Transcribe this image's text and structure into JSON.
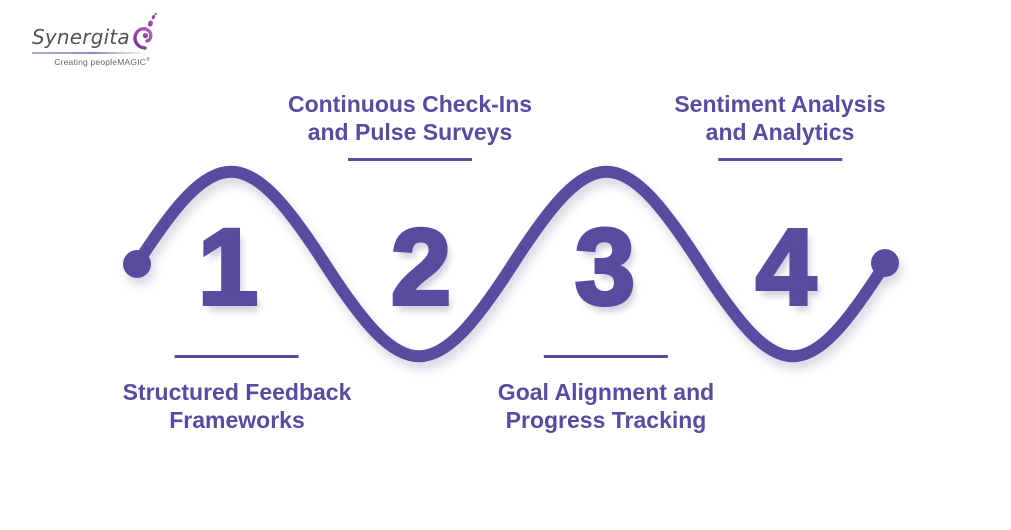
{
  "brand": {
    "name": "Synergita",
    "tagline": "Creating peopleMAGIC",
    "mark": "®"
  },
  "palette": {
    "wave_purple": "#594b9f",
    "label_purple": "#5b4aa1",
    "logo_text_gray": "#53525b",
    "tagline_gray": "#65646d",
    "swirl_purple_dark": "#7b2d8b",
    "swirl_purple_light": "#b667c4",
    "background": "#ffffff"
  },
  "steps": [
    {
      "number": "1",
      "position": "below",
      "lines": [
        "Structured Feedback",
        "Frameworks"
      ]
    },
    {
      "number": "2",
      "position": "above",
      "lines": [
        "Continuous Check-Ins",
        "and Pulse Surveys"
      ]
    },
    {
      "number": "3",
      "position": "below",
      "lines": [
        "Goal Alignment and",
        "Progress Tracking"
      ]
    },
    {
      "number": "4",
      "position": "above",
      "lines": [
        "Sentiment Analysis",
        "and Analytics"
      ]
    }
  ]
}
